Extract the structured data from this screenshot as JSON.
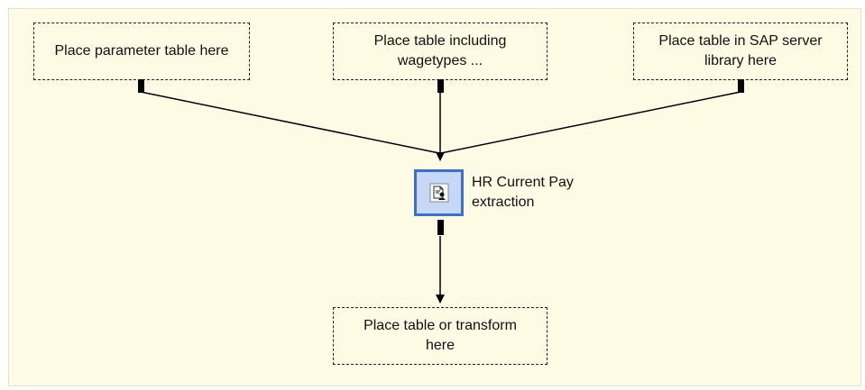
{
  "diagram": {
    "placeholders": {
      "parameter_table": "Place parameter table here",
      "wagetypes_table": "Place table including\nwagetypes ...",
      "sap_library_table": "Place table in SAP server\nlibrary here",
      "output_table": "Place table or transform\nhere"
    },
    "step": {
      "label": "HR Current Pay\nextraction",
      "icon": "document-extraction-icon"
    },
    "colors": {
      "canvas_background": "#fdfbe3",
      "step_border": "#3f6fce",
      "step_fill": "#c7d8f7",
      "connector": "#000000"
    }
  }
}
